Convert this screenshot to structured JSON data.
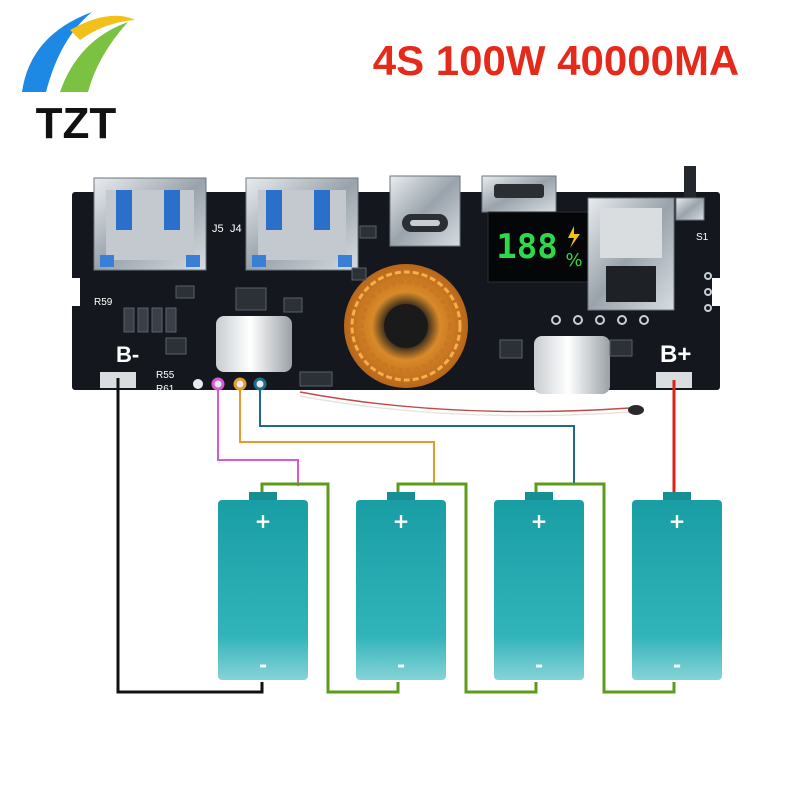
{
  "logo": {
    "text": "TZT",
    "colors": {
      "blue": "#1e88e5",
      "green": "#7cc242",
      "yellow": "#f2c019",
      "text": "#111111"
    }
  },
  "title": {
    "text": "4S 100W 40000MA",
    "color": "#e52a1c"
  },
  "board": {
    "color": "#14181e",
    "labels": {
      "j5": "J5",
      "j4": "J4",
      "s1": "S1",
      "r59": "R59",
      "r55": "R55",
      "r61": "R61",
      "b_minus": "B-",
      "b_plus": "B+"
    },
    "display": {
      "digits": "188",
      "unit": "%",
      "color": "#2fd84a"
    }
  },
  "batteries": {
    "count": 4,
    "color": "#1ba3a9",
    "plus_label": "+",
    "minus_label": "-"
  },
  "wires": {
    "black": "#111111",
    "red": "#e0201a",
    "pink": "#d65ad8",
    "orange": "#e69a2e",
    "blue": "#1f6b8a",
    "series": "#5e9a1c",
    "ntc": "#c24a4a"
  }
}
